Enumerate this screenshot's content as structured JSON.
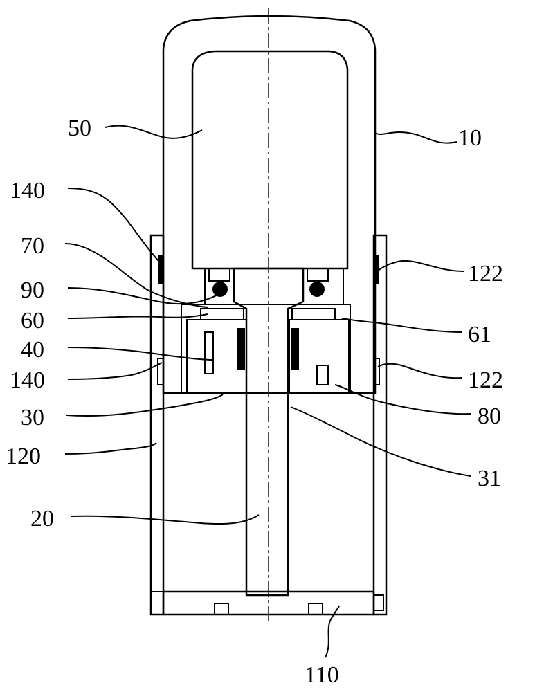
{
  "figure": {
    "labels": {
      "l10": "10",
      "l50": "50",
      "l140_top": "140",
      "l70": "70",
      "l90": "90",
      "l60": "60",
      "l40": "40",
      "l140_bottom": "140",
      "l30": "30",
      "l120": "120",
      "l20": "20",
      "l122_top": "122",
      "l61": "61",
      "l122_bottom": "122",
      "l80": "80",
      "l31": "31",
      "l110": "110"
    }
  }
}
